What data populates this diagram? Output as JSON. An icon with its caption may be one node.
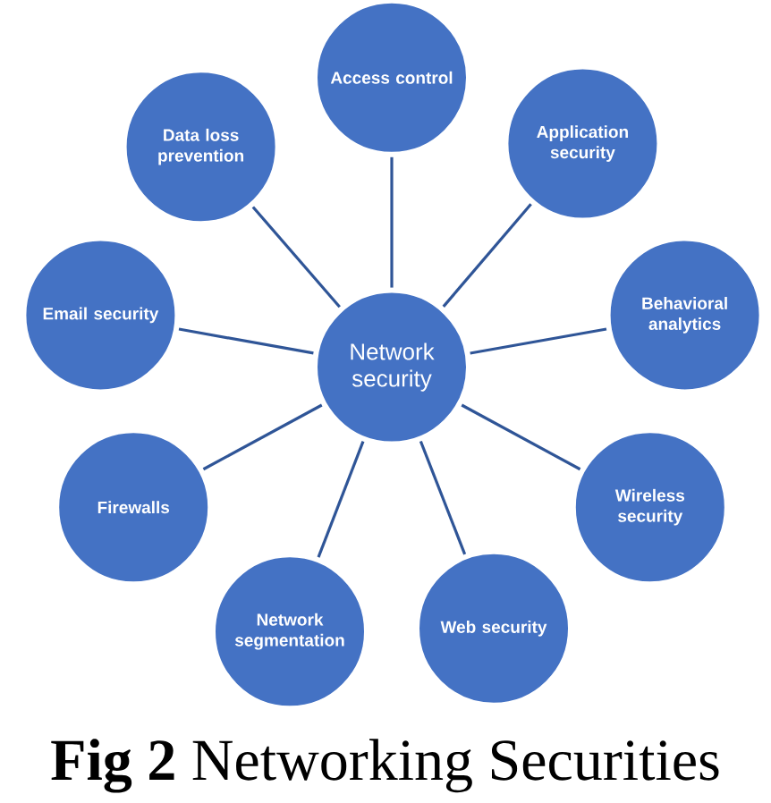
{
  "diagram": {
    "caption": "**Fig 2** Networking Securities",
    "nodes": [
      {
        "text": [
          "Network security"
        ]
      },
      {
        "text": [
          "Access control"
        ]
      },
      {
        "text": [
          "Application security"
        ]
      },
      {
        "text": [
          "Behavioral analytics"
        ]
      },
      {
        "text": [
          "Wireless security"
        ]
      },
      {
        "text": [
          "Web security"
        ]
      },
      {
        "text": [
          "Network segmentation"
        ]
      },
      {
        "text": [
          "Firewalls"
        ]
      },
      {
        "text": [
          "Email security"
        ]
      },
      {
        "text": [
          "Data loss prevention"
        ]
      }
    ],
    "edges": [
      {
        "from": 0,
        "to": 1,
        "arrow": "none"
      },
      {
        "from": 0,
        "to": 2,
        "arrow": "none"
      },
      {
        "from": 0,
        "to": 3,
        "arrow": "none"
      },
      {
        "from": 0,
        "to": 4,
        "arrow": "none"
      },
      {
        "from": 0,
        "to": 5,
        "arrow": "none"
      },
      {
        "from": 0,
        "to": 6,
        "arrow": "none"
      },
      {
        "from": 0,
        "to": 7,
        "arrow": "none"
      },
      {
        "from": 0,
        "to": 8,
        "arrow": "none"
      },
      {
        "from": 0,
        "to": 9,
        "arrow": "none"
      }
    ]
  }
}
